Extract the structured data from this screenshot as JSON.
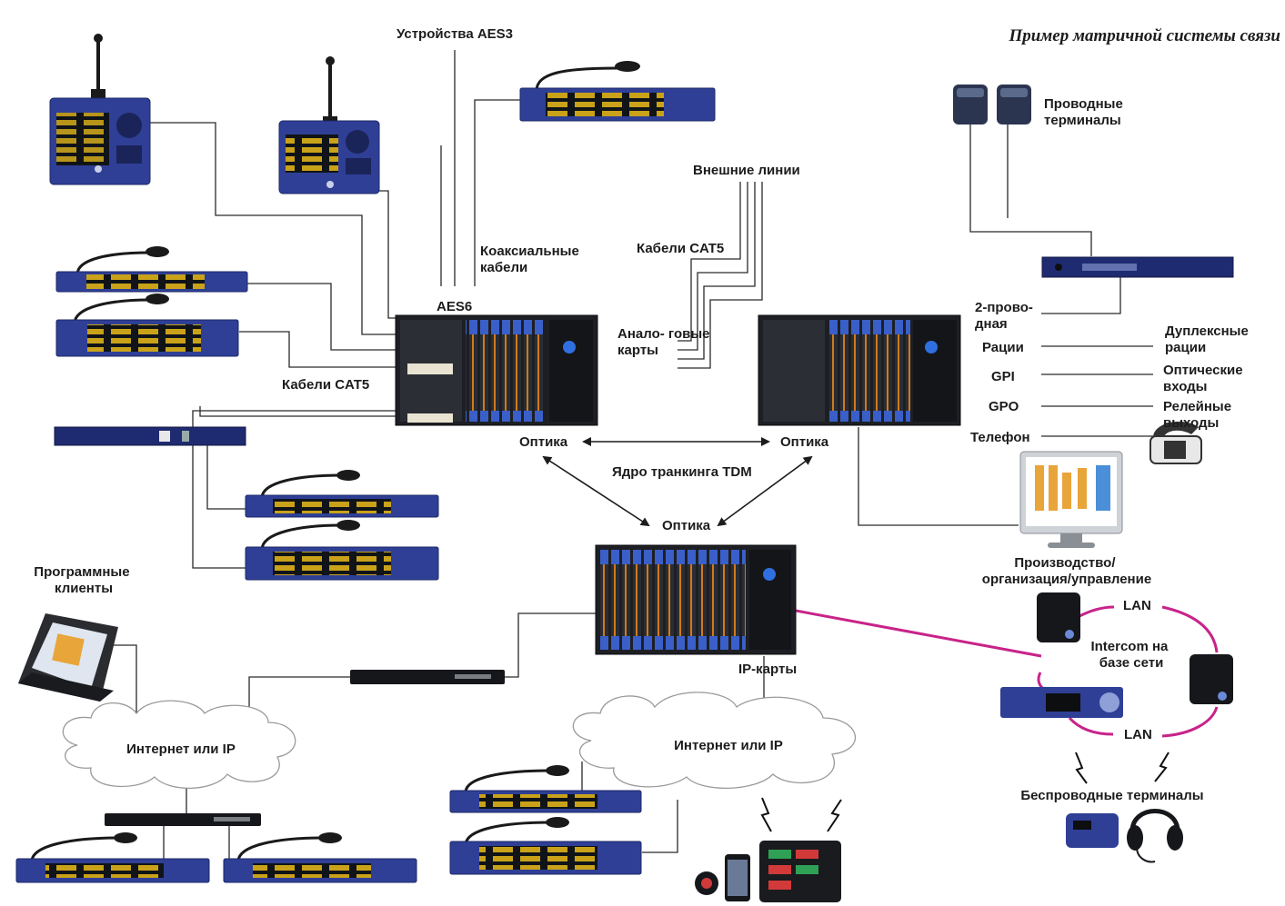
{
  "title": "Пример матричной системы связи",
  "labels": {
    "aes3": "Устройства AES3",
    "coax": "Коаксиальные кабели",
    "aes6": "AES6",
    "external_lines": "Внешние линии",
    "cat5_top": "Кабели CAT5",
    "analog_cards": "Анало- говые карты",
    "cat5_left": "Кабели CAT5",
    "optics_left": "Оптика",
    "optics_right": "Оптика",
    "optics_bottom": "Оптика",
    "tdm_core": "Ядро транкинга TDM",
    "wired_terminals": "Проводные терминалы",
    "two_wire": "2-прово- дная",
    "radios": "Рации",
    "gpi": "GPI",
    "gpo": "GPO",
    "phone": "Телефон",
    "duplex_radios": "Дуплексные рации",
    "optical_inputs": "Оптические входы",
    "relay_outputs": "Релейные выходы",
    "production": "Производство/ организация/управление",
    "lan_top": "LAN",
    "lan_bottom": "LAN",
    "network_intercom": "Intercom на базе сети",
    "ip_cards": "IP-карты",
    "software_clients": "Программные клиенты",
    "internet_left": "Интернет или IP",
    "internet_right": "Интернет или IP",
    "wireless_terminals": "Беспроводные терминалы"
  },
  "colors": {
    "device_blue": "#2f3f96",
    "frame_dark": "#1d1f24",
    "card_orange": "#d07a1c",
    "lan_link": "#c8238a"
  }
}
